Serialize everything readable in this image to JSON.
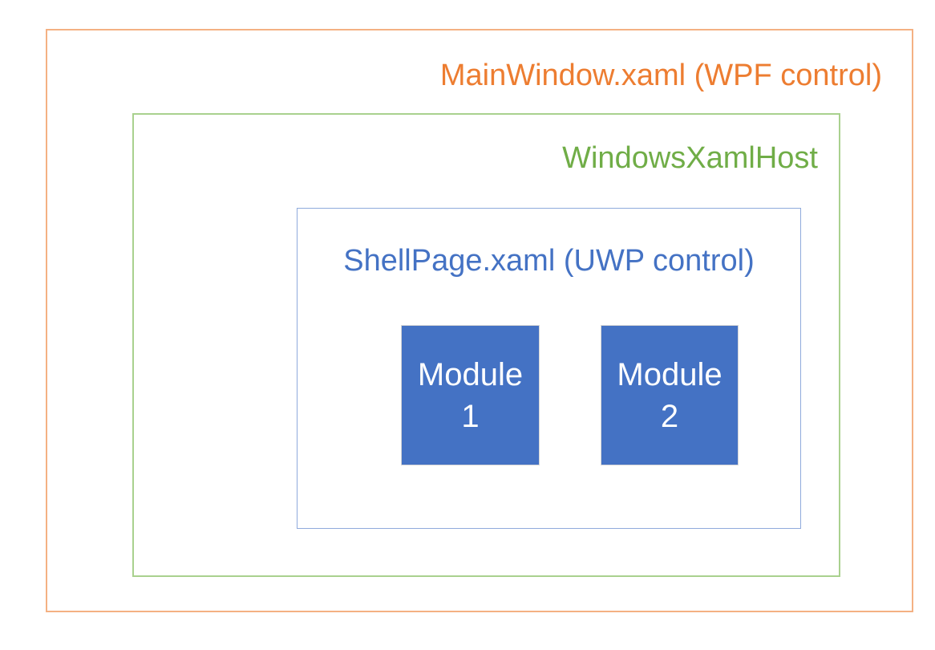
{
  "diagram": {
    "wpf_window": {
      "label": "MainWindow.xaml (WPF control)",
      "border_color": "#F4B183",
      "label_color": "#ED7D31"
    },
    "xaml_host": {
      "label": "WindowsXamlHost",
      "border_color": "#A9D18E",
      "label_color": "#70AD47"
    },
    "shell_page": {
      "label": "ShellPage.xaml (UWP control)",
      "border_color": "#8FAADC",
      "label_color": "#4472C4"
    },
    "modules": [
      {
        "name": "Module",
        "number": "1",
        "fill_color": "#4472C4",
        "border_color": "#D6D6D6",
        "text_color": "#FFFFFF"
      },
      {
        "name": "Module",
        "number": "2",
        "fill_color": "#4472C4",
        "border_color": "#D6D6D6",
        "text_color": "#FFFFFF"
      }
    ]
  }
}
